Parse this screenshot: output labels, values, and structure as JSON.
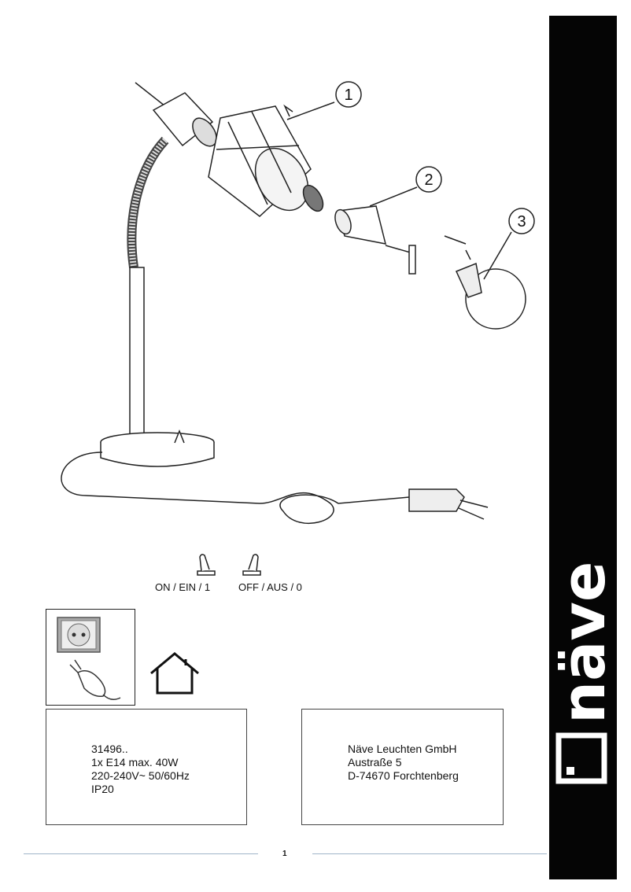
{
  "diagram": {
    "callouts": [
      "1",
      "2",
      "3"
    ]
  },
  "switch": {
    "on_label": "ON / EIN / 1",
    "off_label": "OFF / AUS / 0"
  },
  "icons": {
    "socket": "wall-socket-icon",
    "plug": "plug-icon",
    "house": "house-icon",
    "switch_on": "switch-on-icon",
    "switch_off": "switch-off-icon",
    "logo": "naeve-logo"
  },
  "specs": {
    "lines": [
      "31496..",
      "1x E14 max. 40W",
      "220-240V~ 50/60Hz",
      "IP20"
    ]
  },
  "manufacturer": {
    "lines": [
      "Näve Leuchten GmbH",
      "Austraße 5",
      "",
      "D-74670 Forchtenberg"
    ]
  },
  "brand": {
    "name": "näve",
    "bar_color": "#050505"
  },
  "page": {
    "number": "1"
  }
}
